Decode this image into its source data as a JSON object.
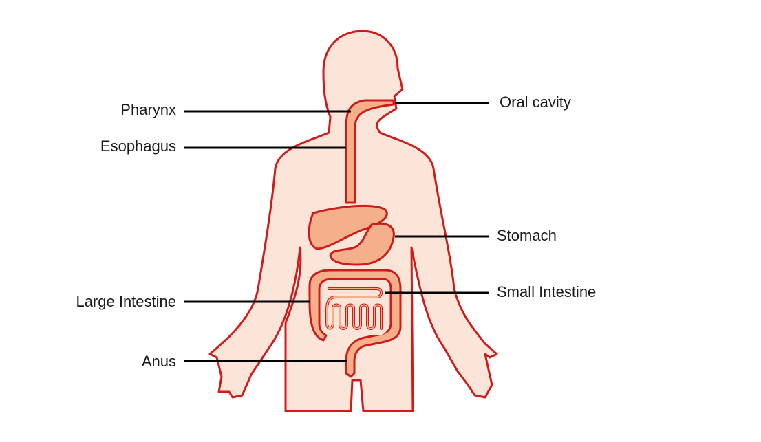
{
  "labels": {
    "pharynx": "Pharynx",
    "esophagus": "Esophagus",
    "large_intestine": "Large Intestine",
    "anus": "Anus",
    "oral_cavity": "Oral cavity",
    "stomach": "Stomach",
    "small_intestine": "Small Intestine"
  },
  "colors": {
    "outline": "#d11a1a",
    "skin": "#fbe4d8",
    "organ": "#f4b08a",
    "leader": "#000000"
  }
}
